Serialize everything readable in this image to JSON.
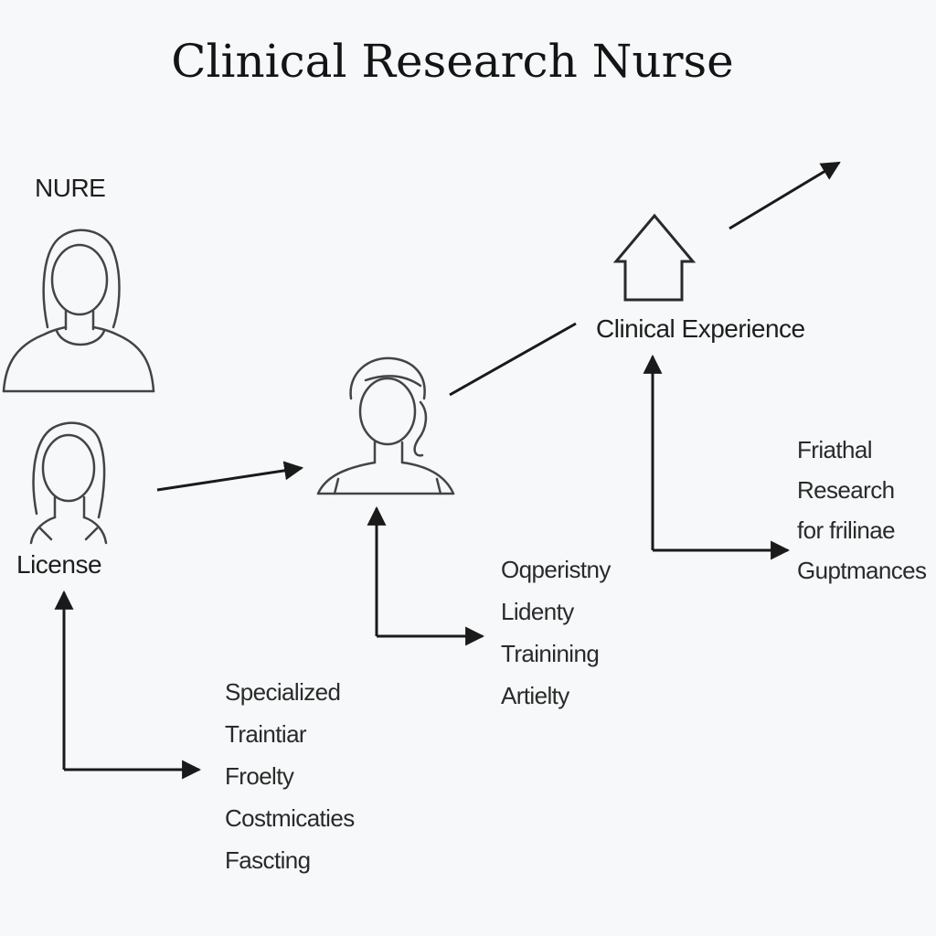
{
  "title": "Clinical Research Nurse",
  "nodes": {
    "nurse_label": "NURE",
    "license_label": "License",
    "clinical_experience_label": "Clinical Experience"
  },
  "lists": {
    "specialized": [
      "Specialized",
      "Traintiar",
      "Froelty",
      "Costmicaties",
      "Fascting"
    ],
    "opportunity": [
      "Oqperistny",
      "Lidenty",
      "Trainining",
      "Artielty"
    ],
    "research": [
      "Friathal",
      "Research",
      "for frilinae",
      "Guptmances"
    ]
  }
}
